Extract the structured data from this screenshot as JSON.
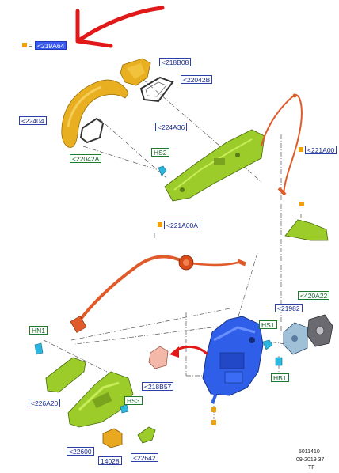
{
  "legend": {
    "equals": "="
  },
  "labels": {
    "l219A64": "<219A64",
    "l218B08": "<218B08",
    "l22042B": "<22042B",
    "l22404": "<22404",
    "l22042A": "<22042A",
    "l224A36": "<224A36",
    "lHS2": "HS2",
    "l221A00": "<221A00",
    "l221A00A": "<221A00A",
    "l420A22": "<420A22",
    "l21982": "<21982",
    "lHS1": "HS1",
    "lHB1": "HB1",
    "lHN1": "HN1",
    "l226A20": "<226A20",
    "l218B57": "<218B57",
    "lHS3": "HS3",
    "l22600": "<22600",
    "l14028": "14028",
    "l22642": "<22642"
  },
  "footer": {
    "line1": "5011410",
    "line2": "09-2019 37",
    "line3": "TF"
  },
  "colors": {
    "handle": "#e8b020",
    "bracket": "#9ccc2a",
    "cable": "#e05a2a",
    "latch": "#2f5fe8",
    "arrow": "#e01818",
    "square": "#f2a007"
  }
}
